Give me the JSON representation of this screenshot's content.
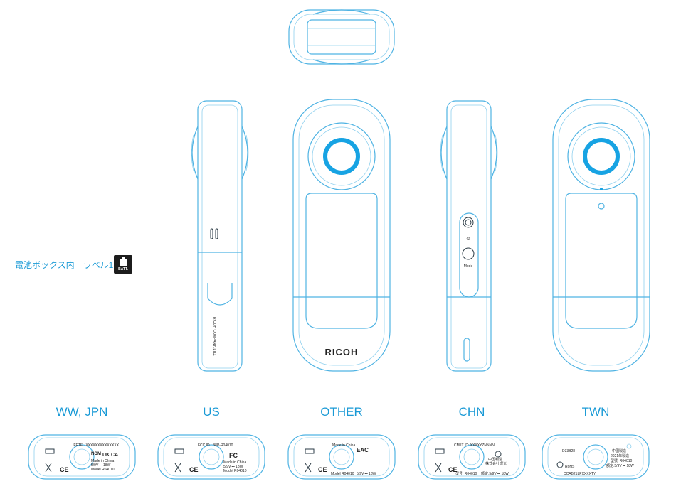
{
  "colors": {
    "accent": "#17a3e3",
    "outline": "#4fb3e3",
    "dark": "#1c1c1c"
  },
  "label": {
    "text": "電池ボックス内　ラベル1",
    "battery_icon_text": "BATT."
  },
  "front": {
    "brand": "RICOH"
  },
  "side_left": {
    "company": "RICOH COMPANY, LTD."
  },
  "side_right": {
    "power_symbol": "⏻",
    "mode_label": "Mode"
  },
  "regions": [
    {
      "title": "WW, JPN",
      "lines": [
        "IFETEL:XXXXXXXXXXXXXX",
        "Made in China",
        "5/9V ⎓ 18W",
        "Model R04010"
      ],
      "marks": [
        "NOM",
        "UK CA",
        "CE"
      ]
    },
    {
      "title": "US",
      "lines": [
        "FCC ID : B8P-R04010",
        "Made in China",
        "5/9V ⎓ 18W",
        "Model R04010"
      ],
      "marks": [
        "FC",
        "CE"
      ]
    },
    {
      "title": "OTHER",
      "lines": [
        "Made in China",
        "Model R04010",
        "5/9V ⎓ 18W"
      ],
      "marks": [
        "EAC",
        "CE"
      ]
    },
    {
      "title": "CHN",
      "lines": [
        "CMIIT ID: XXXXYZNNNN",
        "中国制造",
        "株式会社理光",
        "型号: R04010",
        "额定:5/9V ⎓ 18W"
      ],
      "marks": [
        "CCC",
        "CE"
      ]
    },
    {
      "title": "TWN",
      "lines": [
        "D33B28",
        "RoHS",
        "CCAB21LPXXXXTY",
        "中國製造",
        "2021年製造",
        "型號: R04010",
        "額定:5/9V ⎓ 18W"
      ],
      "marks": []
    }
  ]
}
